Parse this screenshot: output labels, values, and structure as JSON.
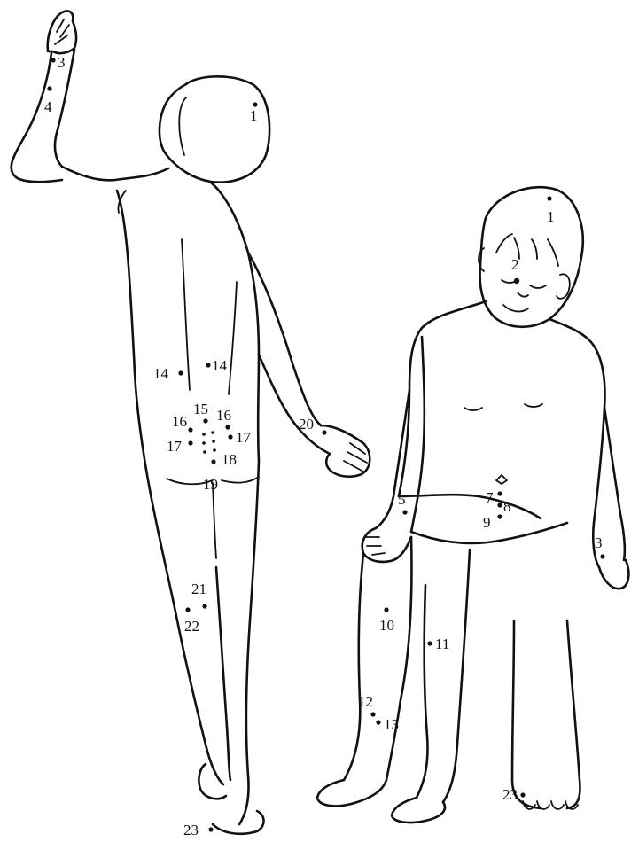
{
  "back_figure": {
    "labels": {
      "p1": "1",
      "p3": "3",
      "p4": "4",
      "p14a": "14",
      "p14b": "14",
      "p15": "15",
      "p16a": "16",
      "p16b": "16",
      "p17a": "17",
      "p17b": "17",
      "p18": "18",
      "p19": "19",
      "p20": "20",
      "p21": "21",
      "p22": "22",
      "p23": "23"
    }
  },
  "front_figure": {
    "labels": {
      "p1": "1",
      "p2": "2",
      "p3": "3",
      "p5": "5",
      "p7": "7",
      "p8": "8",
      "p9": "9",
      "p10": "10",
      "p11": "11",
      "p12": "12",
      "p13": "13",
      "p23": "23"
    }
  }
}
